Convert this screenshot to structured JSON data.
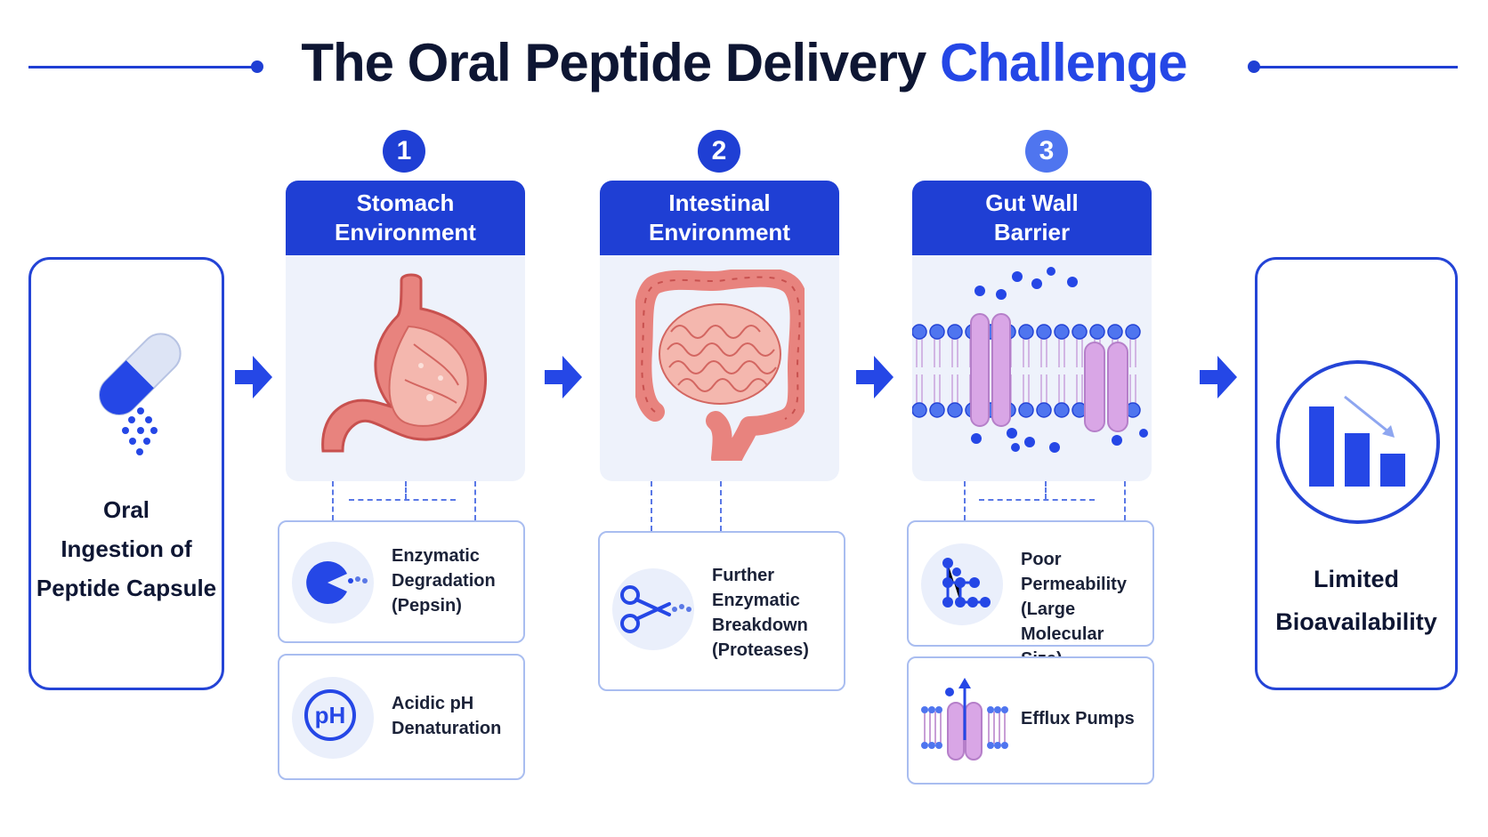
{
  "title": {
    "main": "The Oral Peptide Delivery ",
    "accent": "Challenge"
  },
  "start": {
    "lines": [
      "Oral",
      "Ingestion of",
      "Peptide Capsule"
    ],
    "icon": "pill-capsule-icon"
  },
  "end": {
    "lines": [
      "Limited",
      "Bioavailability"
    ],
    "icon": "declining-bar-chart-icon"
  },
  "stages": [
    {
      "step": "1",
      "heading": [
        "Stomach",
        "Environment"
      ],
      "illustration": "stomach-illustration",
      "challenges": [
        {
          "icon": "enzyme-pacman-icon",
          "lines": [
            "Enzymatic",
            "Degradation",
            "(Pepsin)"
          ]
        },
        {
          "icon": "ph-icon",
          "icon_text": "pH",
          "lines": [
            "Acidic pH",
            "Denaturation"
          ]
        }
      ]
    },
    {
      "step": "2",
      "heading": [
        "Intestinal",
        "Environment"
      ],
      "illustration": "intestine-illustration",
      "challenges": [
        {
          "icon": "scissors-icon",
          "lines": [
            "Further",
            "Enzymatic",
            "Breakdown",
            "(Proteases)"
          ]
        }
      ]
    },
    {
      "step": "3",
      "heading": [
        "Gut Wall",
        "Barrier"
      ],
      "illustration": "cell-membrane-illustration",
      "challenges": [
        {
          "icon": "large-molecule-icon",
          "lines": [
            "Poor Permeability",
            "(Large Molecular",
            "Size)"
          ]
        },
        {
          "icon": "efflux-pump-icon",
          "lines": [
            "Efflux Pumps"
          ]
        }
      ]
    }
  ],
  "colors": {
    "primary": "#1f3fd4",
    "accent": "#2547e6",
    "panel": "#eef2fb",
    "organ": "#e8837e"
  }
}
